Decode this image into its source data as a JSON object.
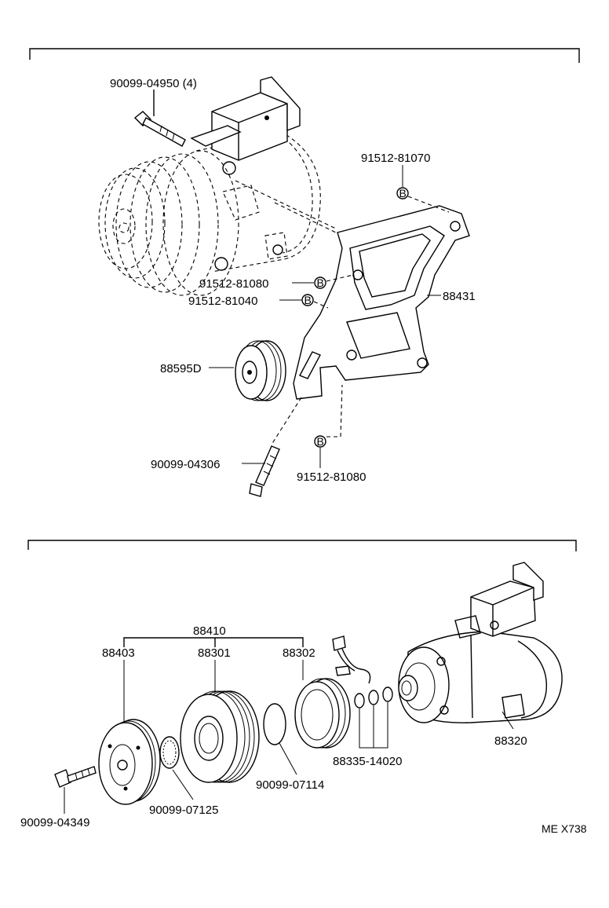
{
  "upper_section": {
    "labels": {
      "bolt_top": "90099-04950 (4)",
      "bolt_b_top": "91512-81070",
      "bolt_b_mid1": "91512-81080",
      "bolt_b_mid2": "91512-81040",
      "bracket": "88431",
      "idler_pulley": "88595D",
      "bolt_lower": "90099-04306",
      "bolt_b_lower": "91512-81080"
    }
  },
  "lower_section": {
    "labels": {
      "clutch_assy": "88410",
      "pressure_plate": "88403",
      "rotor": "88301",
      "stator": "88302",
      "compressor": "88320",
      "bolt": "90099-04349",
      "snap_ring_small": "90099-07125",
      "snap_ring_large": "90099-07114",
      "shims": "88335-14020"
    }
  },
  "reference_code": "ME X738",
  "bolt_marker": "B"
}
